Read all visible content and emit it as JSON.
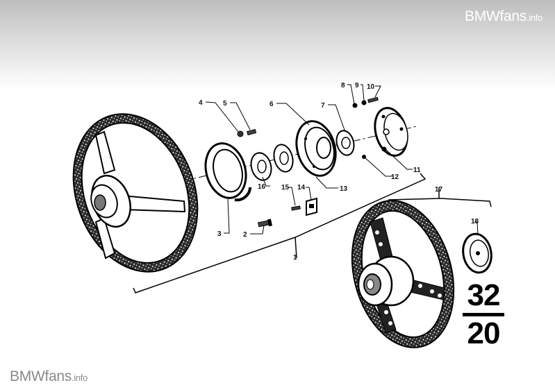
{
  "watermark": {
    "brand": "BMWfans",
    "suffix": ".info"
  },
  "page_code": {
    "group": "32",
    "subgroup": "20"
  },
  "callouts": {
    "c1": "1",
    "c2": "2",
    "c3": "3",
    "c4": "4",
    "c5": "5",
    "c6": "6",
    "c7": "7",
    "c8": "8",
    "c9": "9",
    "c10": "10",
    "c11": "11",
    "c12": "12",
    "c13": "13",
    "c14": "14",
    "c15": "15",
    "c16": "16",
    "c17": "17",
    "c18": "18"
  }
}
